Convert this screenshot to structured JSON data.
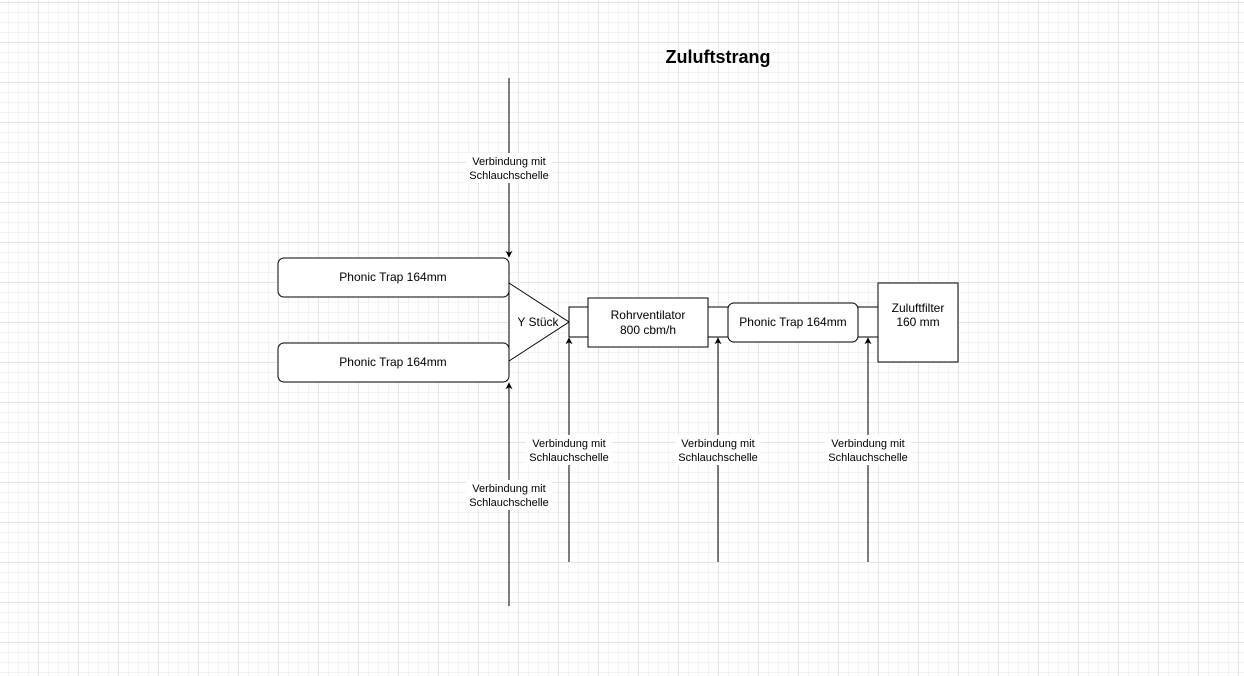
{
  "title": "Zuluftstrang",
  "colors": {
    "stroke": "#000000",
    "fill": "#ffffff",
    "grid": "#e4e4e4"
  },
  "nodes": {
    "trap_top": "Phonic Trap 164mm",
    "trap_bottom": "Phonic Trap 164mm",
    "y_piece": "Y Stück",
    "fan_line1": "Rohrventilator",
    "fan_line2": "800 cbm/h",
    "trap_mid": "Phonic Trap 164mm",
    "filter_line1": "Zuluftfilter",
    "filter_line2": "160 mm"
  },
  "connections": [
    {
      "line1": "Verbindung mit",
      "line2": "Schlauchschelle"
    },
    {
      "line1": "Verbindung mit",
      "line2": "Schlauchschelle"
    },
    {
      "line1": "Verbindung mit",
      "line2": "Schlauchschelle"
    },
    {
      "line1": "Verbindung mit",
      "line2": "Schlauchschelle"
    },
    {
      "line1": "Verbindung mit",
      "line2": "Schlauchschelle"
    }
  ]
}
